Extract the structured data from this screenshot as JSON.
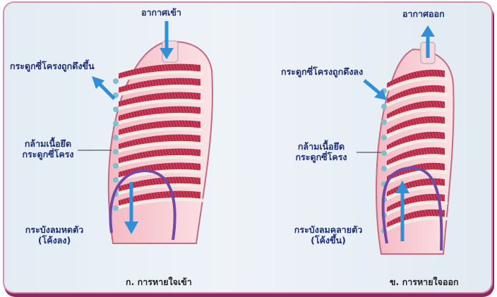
{
  "left_panel": {
    "air_in": "อากาศเข้า",
    "ribs_raised": "กระดูกซี่โครงถูกดึงขึ้น",
    "muscle_line1": "กล้ามเนื้อยึด",
    "muscle_line2": "กระดูกซี่โครง",
    "diaphragm_line1": "กระบังลมหดตัว",
    "diaphragm_line2": "(โค้งลง)",
    "caption": "ก. การหายใจเข้า"
  },
  "right_panel": {
    "air_out": "อากาศออก",
    "ribs_lowered": "กระดูกซี่โครงถูกดึงลง",
    "muscle_line1": "กล้ามเนื้อยึด",
    "muscle_line2": "กระดูกซี่โครง",
    "diaphragm_line1": "กระบังลมคลายตัว",
    "diaphragm_line2": "(โค้งขึ้น)",
    "caption": "ข. การหายใจออก"
  },
  "colors": {
    "arrow": "#2f8fd8",
    "muscle": "#c8324f",
    "rib": "#f2ede4",
    "skin": "#f6c9cf",
    "diaphragm": "#6f4aa6",
    "label": "#1d2f7a"
  }
}
